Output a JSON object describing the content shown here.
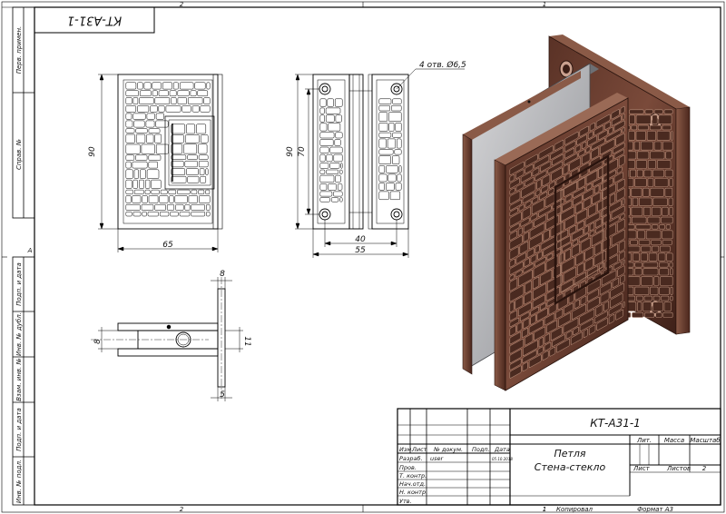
{
  "sheet": {
    "zone_top_left": "2",
    "zone_top_right": "1",
    "zone_bottom_left": "2",
    "zone_bottom_right": "1",
    "zone_side": "A",
    "stamp_code": "КТ-А31-1"
  },
  "left_strip": {
    "perv_primen": "Перв. примен.",
    "sprav_no": "Справ. №",
    "podp_data_1": "Подп. и дата",
    "inv_dubl": "Инв. № дубл.",
    "vzam_inv": "Взам. инв. №",
    "podp_data_2": "Подп. и дата",
    "inv_podl": "Инв. № подл."
  },
  "dimensions": {
    "front_height": "90",
    "front_width": "65",
    "side_height_total": "90",
    "side_height_holes": "70",
    "side_width_holes": "40",
    "side_width_total": "55",
    "holes_note": "4 отв. Ø6,5",
    "top_thickness": "8",
    "top_left_small": "8",
    "top_right_small": "11",
    "top_bottom": "5"
  },
  "title_block": {
    "designation": "КТ-А31-1",
    "name_line1": "Петля",
    "name_line2": "Стена-стекло",
    "col_izm": "Изм.",
    "col_list": "Лист",
    "col_doc": "№ докум.",
    "col_podp": "Подп.",
    "col_data": "Дата",
    "row_razrab": "Разраб.",
    "row_prov": "Пров.",
    "row_tkontr": "Т. контр.",
    "row_nachotd": "Нач.отд.",
    "row_nkontr": "Н. контр.",
    "row_utv": "Утв.",
    "razrab_user": "user",
    "razrab_date": "05.10.2018",
    "lit": "Лит.",
    "massa": "Масса",
    "masshtab": "Масштаб",
    "list": "Лист",
    "listov": "Листов",
    "listov_value": "2",
    "footer_num": "1",
    "kopiroval": "Копировал",
    "format": "Формат А3"
  }
}
